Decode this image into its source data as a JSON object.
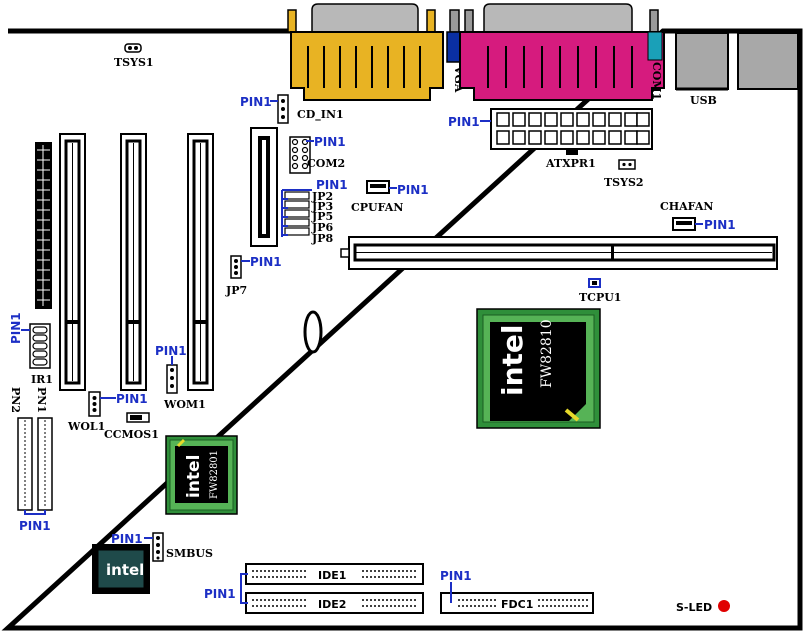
{
  "labels": {
    "tsys1": "TSYS1",
    "cd_in1": "CD_IN1",
    "com2": "COM2",
    "vga": "VGA",
    "com1": "COM1",
    "usb": "USB",
    "atxpr1": "ATXPR1",
    "tsys2": "TSYS2",
    "cpufan": "CPUFAN",
    "chafan": "CHAFAN",
    "jp2": "JP2",
    "jp3": "JP3",
    "jp5": "JP5",
    "jp6": "JP6",
    "jp8": "JP8",
    "jp7": "JP7",
    "tcpu1": "TCPU1",
    "ir1": "IR1",
    "wom1": "WOM1",
    "wol1": "WOL1",
    "ccmos1": "CCMOS1",
    "pn2": "PN2",
    "pn1": "PN1",
    "smbus": "SMBUS",
    "ide1": "IDE1",
    "ide2": "IDE2",
    "fdc1": "FDC1",
    "sled": "S-LED",
    "pin1": "PIN1"
  },
  "chips": {
    "north_brand": "intel",
    "north_part": "FW82810",
    "south_brand": "intel",
    "south_part": "FW82801",
    "firmware_brand": "intel"
  },
  "colors": {
    "pin_label": "#1c2fc5",
    "printer_port": "#e8b323",
    "com_port": "#d61b7e",
    "vga_port": "#0a2fa3",
    "chip_green": "#2f8f3a",
    "sled": "#e00000"
  }
}
